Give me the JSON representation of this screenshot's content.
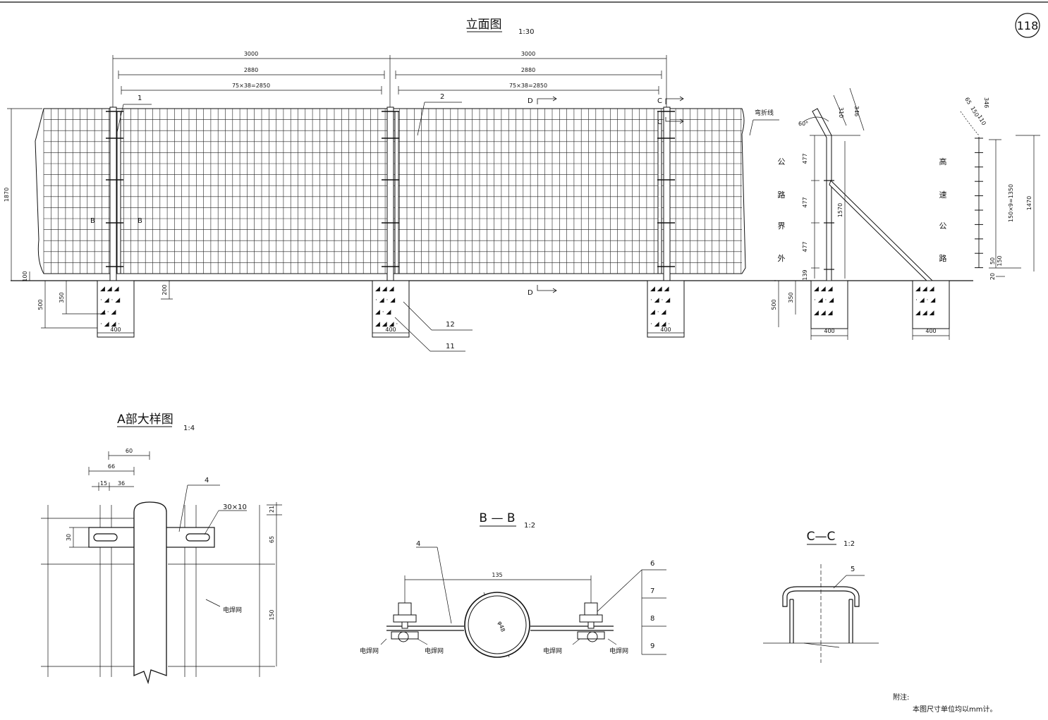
{
  "page_number": "118",
  "views": {
    "elevation": {
      "title": "立面图",
      "scale": "1:30"
    },
    "detail_a": {
      "title": "A部大样图",
      "scale": "1:4"
    },
    "section_bb": {
      "title": "B — B",
      "scale": "1:2"
    },
    "section_cc": {
      "title": "C—C",
      "scale": "1:2"
    }
  },
  "elevation_dims": {
    "span_total": "3000",
    "span_post": "2880",
    "span_mesh": "75×38=2850",
    "height_total": "1870",
    "footing_depth": "500",
    "embed_depth": "350",
    "ground_gap": "100",
    "embed_right": "200",
    "footing_width": "400"
  },
  "markers": {
    "b": "B",
    "c": "C",
    "d": "D",
    "fold_line": "弯折线",
    "callouts": [
      "1",
      "2",
      "11",
      "12"
    ]
  },
  "side_view": {
    "angle": "60°",
    "dim_346": "346",
    "dim_310": "310",
    "dim_477": "477",
    "dim_139": "139",
    "dim_1570": "1570",
    "dim_500": "500",
    "dim_350": "350",
    "dim_400": "400",
    "left_label": [
      "公",
      "路",
      "界",
      "外"
    ],
    "right_label": [
      "高",
      "速",
      "公",
      "路"
    ]
  },
  "side_view_right": {
    "dim_346": "346",
    "dim_65": "65",
    "dim_150": "150",
    "dim_110": "110",
    "dim_1350": "150×9=1350",
    "dim_1470": "1470",
    "dim_50": "50",
    "dim_150b": "150",
    "dim_20": "20",
    "dim_400": "400"
  },
  "detail_a_dims": {
    "d60": "60",
    "d66": "66",
    "d15": "15",
    "d36": "36",
    "d30": "30",
    "d21": "21",
    "d65": "65",
    "d150": "150",
    "slot": "30×10",
    "part": "4",
    "mesh": "电焊网"
  },
  "section_bb_dims": {
    "width": "135",
    "dia": "φ48",
    "part4": "4",
    "parts": [
      "6",
      "7",
      "8",
      "9"
    ],
    "mesh": "电焊网"
  },
  "section_cc_dims": {
    "part": "5"
  },
  "notes": {
    "heading": "附注:",
    "line1": "本图尺寸单位均以mm计。"
  }
}
